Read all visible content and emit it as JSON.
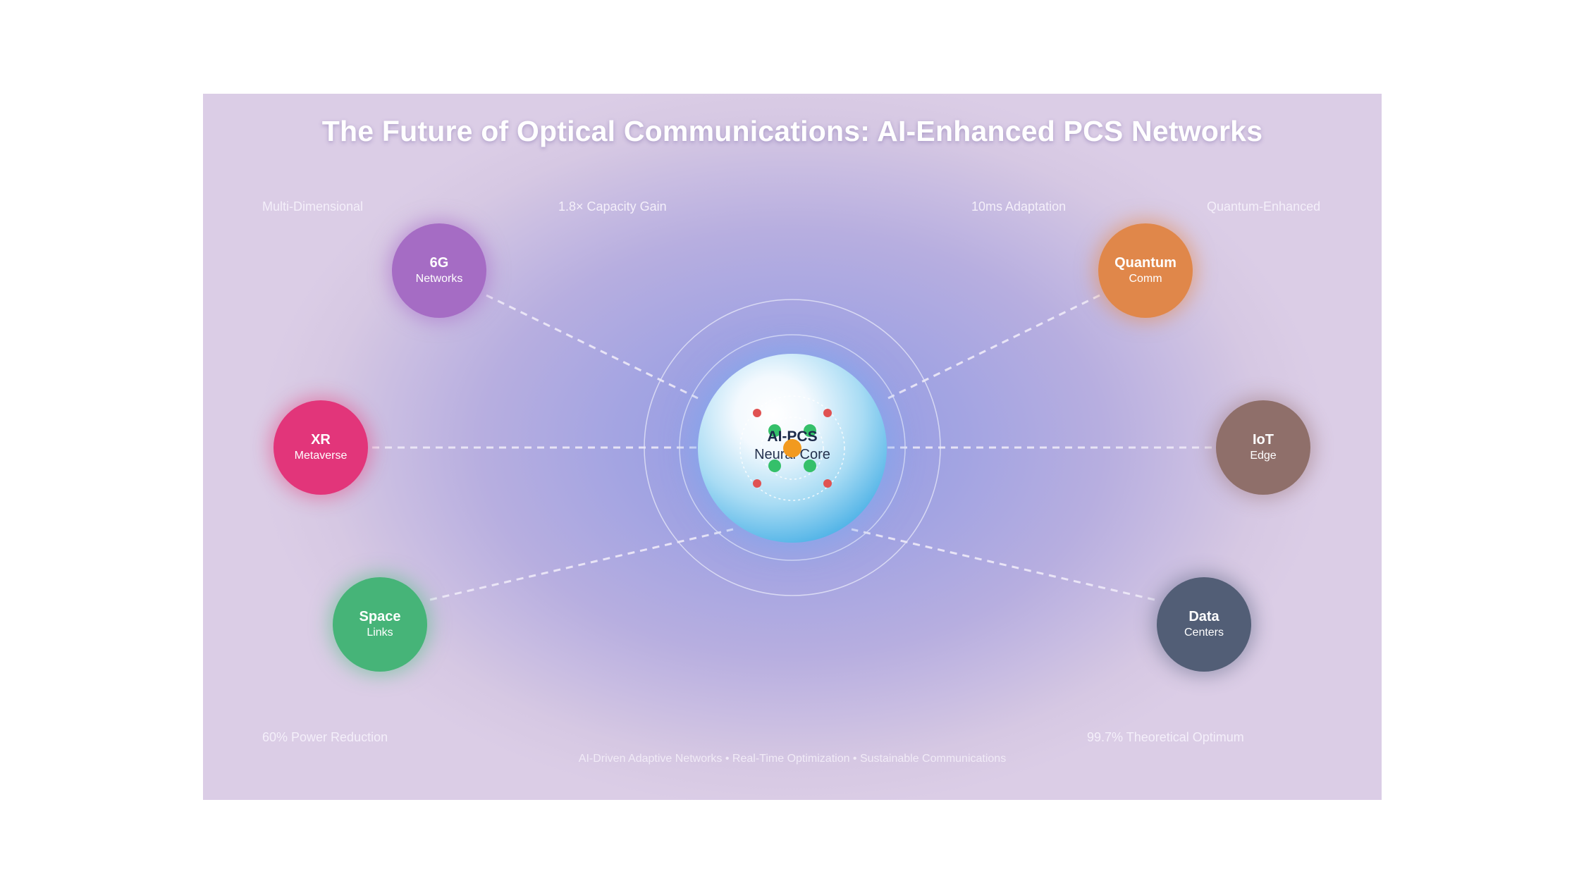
{
  "title": "The Future of Optical Communications: AI-Enhanced PCS Networks",
  "stats": {
    "top_left": "Multi-Dimensional",
    "top_mid_left": "1.8× Capacity Gain",
    "top_mid_right": "10ms Adaptation",
    "top_right": "Quantum-Enhanced",
    "bottom_left": "60% Power Reduction",
    "bottom_right": "99.7% Theoretical Optimum"
  },
  "core": {
    "title": "AI-PCS",
    "subtitle": "Neural Core",
    "color": "#2a9be0"
  },
  "nodes": {
    "sixg": {
      "title": "6G",
      "subtitle": "Networks",
      "color": "#a56cc4"
    },
    "quantum": {
      "title": "Quantum",
      "subtitle": "Comm",
      "color": "#e0874a"
    },
    "xr": {
      "title": "XR",
      "subtitle": "Metaverse",
      "color": "#e2357a"
    },
    "iot": {
      "title": "IoT",
      "subtitle": "Edge",
      "color": "#8f6f6a"
    },
    "space": {
      "title": "Space",
      "subtitle": "Links",
      "color": "#46b478"
    },
    "data": {
      "title": "Data",
      "subtitle": "Centers",
      "color": "#525e76"
    }
  },
  "footer": "AI-Driven Adaptive Networks • Real-Time Optimization • Sustainable Communications"
}
